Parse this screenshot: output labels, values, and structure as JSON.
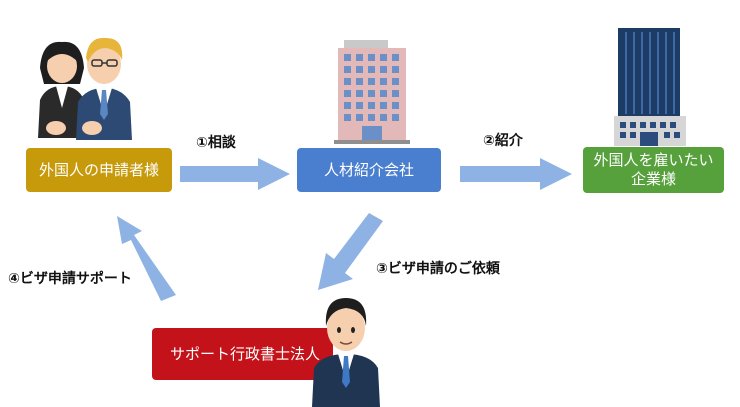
{
  "nodes": {
    "applicant": {
      "label": "外国人の申請者様",
      "color": "#c79a0c"
    },
    "agency": {
      "label": "人材紹介会社",
      "color": "#4a7fcf"
    },
    "employer": {
      "label": "外国人を雇いたい\n企業様",
      "color": "#56a13c"
    },
    "scrivener": {
      "label": "サポート行政書士法人",
      "color": "#c4121a"
    }
  },
  "edges": {
    "consult": {
      "label": "①相談"
    },
    "introduce": {
      "label": "②紹介"
    },
    "visa_request": {
      "label": "③ビザ申請のご依頼"
    },
    "visa_support": {
      "label": "④ビザ申請サポート"
    }
  },
  "colors": {
    "arrow": "#8eb2e4"
  },
  "icons": [
    "business-people-icon",
    "office-building-icon",
    "skyscraper-icon",
    "businessman-icon"
  ]
}
